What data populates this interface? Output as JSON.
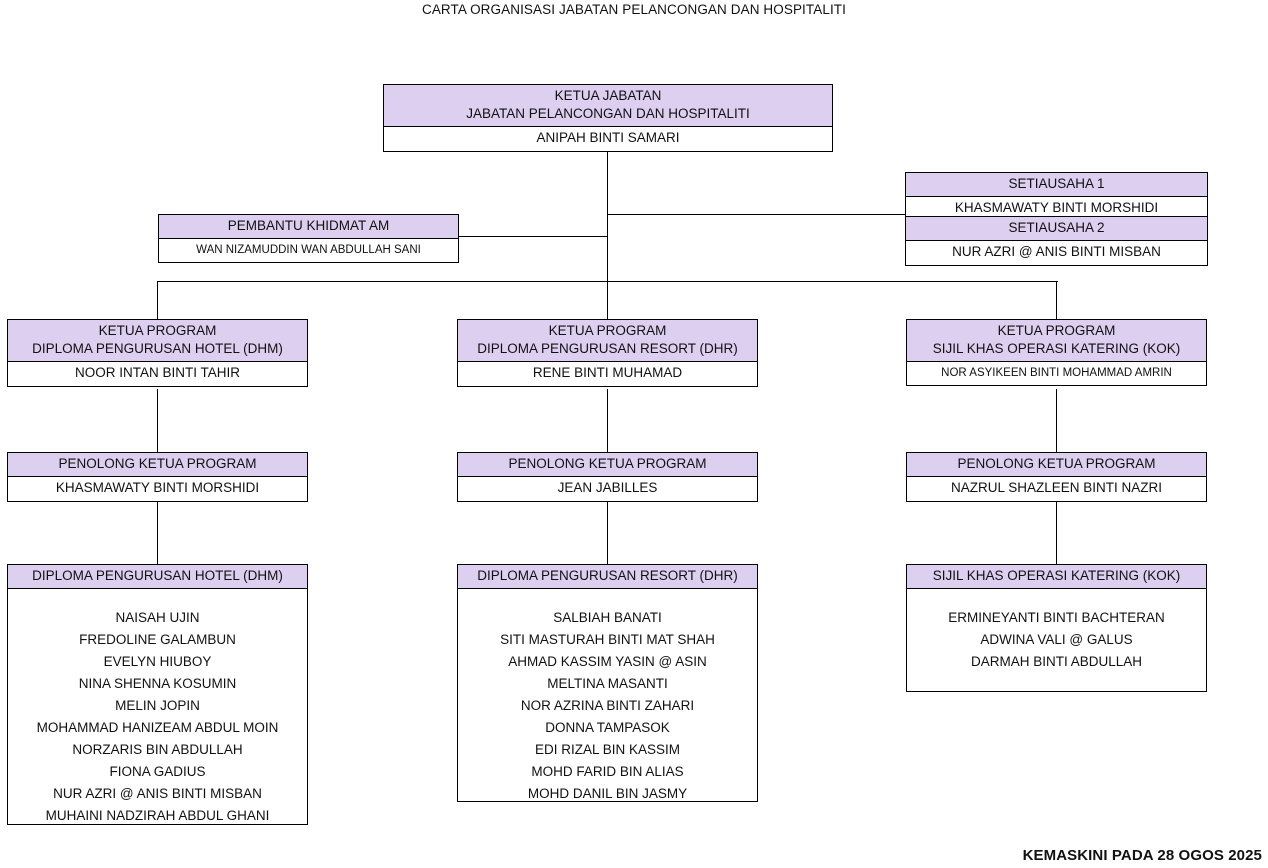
{
  "title": "CARTA ORGANISASI JABATAN PELANCONGAN DAN HOSPITALITI",
  "footer": "KEMASKINI PADA 28 OGOS 2025",
  "colors": {
    "header_fill": "#DDCFEF",
    "border": "#000000",
    "background": "#FFFFFF",
    "text": "#111111"
  },
  "nodes": {
    "head": {
      "title_line1": "KETUA JABATAN",
      "title_line2": "JABATAN PELANCONGAN DAN HOSPITALITI",
      "name": "ANIPAH BINTI SAMARI"
    },
    "secretary1": {
      "title_line1": "SETIAUSAHA 1",
      "name": "KHASMAWATY BINTI MORSHIDI"
    },
    "secretary2": {
      "title_line1": "SETIAUSAHA 2",
      "name": "NUR AZRI @ ANIS BINTI MISBAN"
    },
    "general_assistant": {
      "title_line1": "PEMBANTU KHIDMAT AM",
      "name": "WAN NIZAMUDDIN WAN ABDULLAH SANI"
    },
    "program_head_dhm": {
      "title_line1": "KETUA PROGRAM",
      "title_line2": "DIPLOMA PENGURUSAN HOTEL (DHM)",
      "name": "NOOR INTAN BINTI TAHIR"
    },
    "program_head_dhr": {
      "title_line1": "KETUA PROGRAM",
      "title_line2": "DIPLOMA PENGURUSAN RESORT (DHR)",
      "name": "RENE BINTI MUHAMAD"
    },
    "program_head_kok": {
      "title_line1": "KETUA PROGRAM",
      "title_line2": "SIJIL KHAS OPERASI KATERING (KOK)",
      "name": "NOR ASYIKEEN BINTI MOHAMMAD AMRIN"
    },
    "deputy_head_dhm": {
      "title_line1": "PENOLONG KETUA PROGRAM",
      "name": "KHASMAWATY BINTI MORSHIDI"
    },
    "deputy_head_dhr": {
      "title_line1": "PENOLONG KETUA PROGRAM",
      "name": "JEAN JABILLES"
    },
    "deputy_head_kok": {
      "title_line1": "PENOLONG KETUA PROGRAM",
      "name": "NAZRUL SHAZLEEN BINTI NAZRI"
    }
  },
  "staff_lists": {
    "dhm": {
      "title": "DIPLOMA PENGURUSAN HOTEL (DHM)",
      "members": [
        "NAISAH UJIN",
        "FREDOLINE GALAMBUN",
        "EVELYN HIUBOY",
        "NINA SHENNA KOSUMIN",
        "MELIN JOPIN",
        "MOHAMMAD HANIZEAM ABDUL MOIN",
        "NORZARIS BIN ABDULLAH",
        "FIONA GADIUS",
        "NUR AZRI @ ANIS BINTI MISBAN",
        "MUHAINI NADZIRAH ABDUL GHANI"
      ]
    },
    "dhr": {
      "title": "DIPLOMA PENGURUSAN RESORT (DHR)",
      "members": [
        "SALBIAH BANATI",
        "SITI MASTURAH BINTI MAT SHAH",
        "AHMAD KASSIM YASIN @ ASIN",
        "MELTINA MASANTI",
        "NOR AZRINA BINTI ZAHARI",
        "DONNA TAMPASOK",
        "EDI RIZAL BIN KASSIM",
        "MOHD FARID BIN ALIAS",
        "MOHD DANIL BIN JASMY"
      ]
    },
    "kok": {
      "title": "SIJIL KHAS OPERASI KATERING (KOK)",
      "members": [
        "ERMINEYANTI BINTI BACHTERAN",
        "ADWINA VALI @ GALUS",
        "DARMAH BINTI ABDULLAH"
      ]
    }
  }
}
